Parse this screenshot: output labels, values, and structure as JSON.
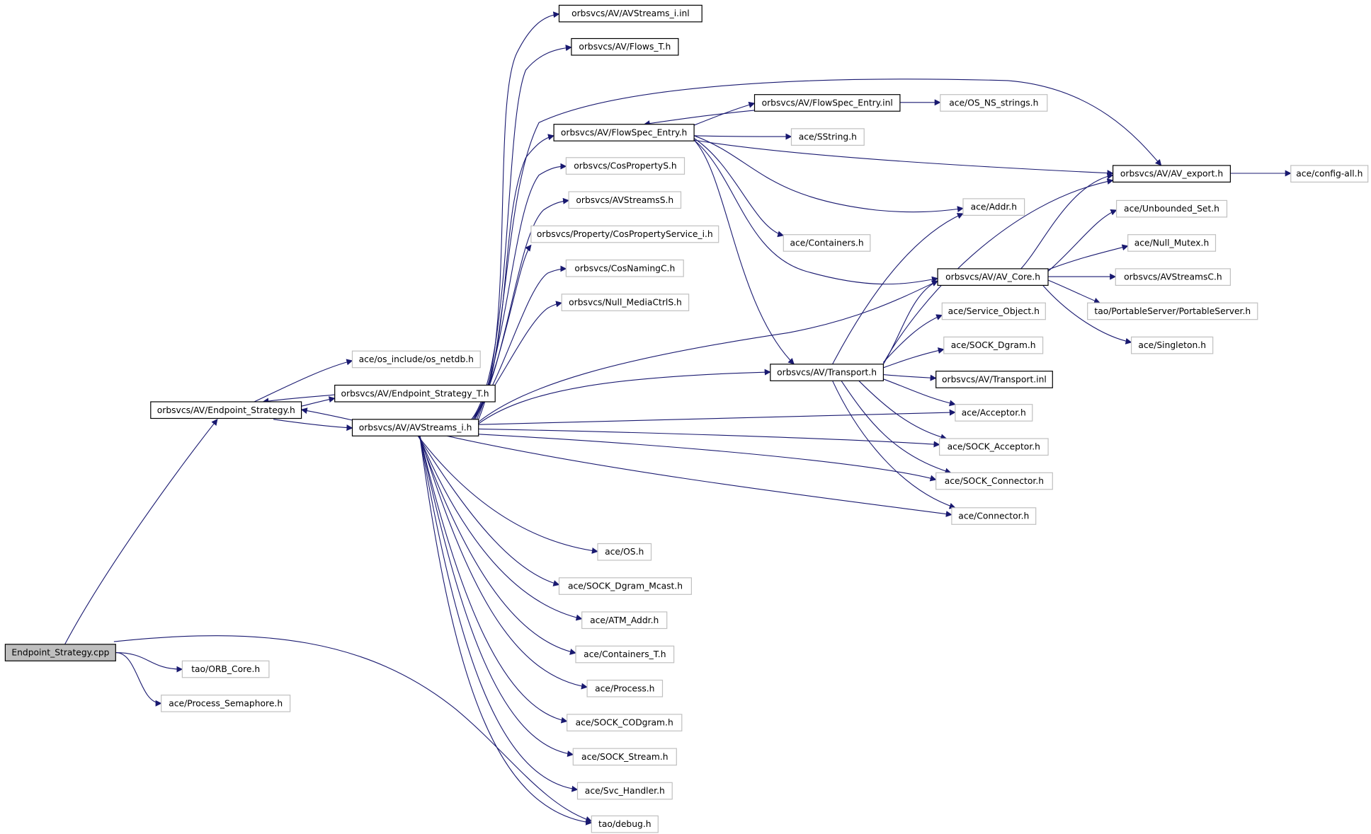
{
  "colors": {
    "edge": "#191970",
    "root_fill": "#bfbfbf",
    "documented_border": "#000000",
    "undocumented_border": "#c0c0c0",
    "background": "#ffffff"
  },
  "nodes": [
    {
      "id": "root",
      "label": "Endpoint_Strategy.cpp",
      "kind": "root"
    },
    {
      "id": "es_h",
      "label": "orbsvcs/AV/Endpoint_Strategy.h",
      "kind": "documented"
    },
    {
      "id": "tao_orb",
      "label": "tao/ORB_Core.h",
      "kind": "external"
    },
    {
      "id": "ace_procsem",
      "label": "ace/Process_Semaphore.h",
      "kind": "external"
    },
    {
      "id": "os_netdb",
      "label": "ace/os_include/os_netdb.h",
      "kind": "external"
    },
    {
      "id": "es_t",
      "label": "orbsvcs/AV/Endpoint_Strategy_T.h",
      "kind": "documented"
    },
    {
      "id": "avs_i",
      "label": "orbsvcs/AV/AVStreams_i.h",
      "kind": "documented"
    },
    {
      "id": "avs_inl",
      "label": "orbsvcs/AV/AVStreams_i.inl",
      "kind": "documented"
    },
    {
      "id": "flows_t",
      "label": "orbsvcs/AV/Flows_T.h",
      "kind": "documented"
    },
    {
      "id": "flowspec",
      "label": "orbsvcs/AV/FlowSpec_Entry.h",
      "kind": "documented"
    },
    {
      "id": "flowspec_inl",
      "label": "orbsvcs/AV/FlowSpec_Entry.inl",
      "kind": "documented"
    },
    {
      "id": "os_ns",
      "label": "ace/OS_NS_strings.h",
      "kind": "external"
    },
    {
      "id": "sstring",
      "label": "ace/SString.h",
      "kind": "external"
    },
    {
      "id": "av_export",
      "label": "orbsvcs/AV/AV_export.h",
      "kind": "documented"
    },
    {
      "id": "config_all",
      "label": "ace/config-all.h",
      "kind": "external"
    },
    {
      "id": "cosprop",
      "label": "orbsvcs/CosPropertyS.h",
      "kind": "external"
    },
    {
      "id": "avstreams_s",
      "label": "orbsvcs/AVStreamsS.h",
      "kind": "external"
    },
    {
      "id": "cospropserv",
      "label": "orbsvcs/Property/CosPropertyService_i.h",
      "kind": "external"
    },
    {
      "id": "cosnaming",
      "label": "orbsvcs/CosNamingC.h",
      "kind": "external"
    },
    {
      "id": "nullmedia",
      "label": "orbsvcs/Null_MediaCtrlS.h",
      "kind": "external"
    },
    {
      "id": "addr",
      "label": "ace/Addr.h",
      "kind": "external"
    },
    {
      "id": "containers",
      "label": "ace/Containers.h",
      "kind": "external"
    },
    {
      "id": "unbounded",
      "label": "ace/Unbounded_Set.h",
      "kind": "external"
    },
    {
      "id": "nullmutex",
      "label": "ace/Null_Mutex.h",
      "kind": "external"
    },
    {
      "id": "av_core",
      "label": "orbsvcs/AV/AV_Core.h",
      "kind": "documented"
    },
    {
      "id": "avstreams_c",
      "label": "orbsvcs/AVStreamsC.h",
      "kind": "external"
    },
    {
      "id": "portable",
      "label": "tao/PortableServer/PortableServer.h",
      "kind": "external"
    },
    {
      "id": "service_obj",
      "label": "ace/Service_Object.h",
      "kind": "external"
    },
    {
      "id": "singleton",
      "label": "ace/Singleton.h",
      "kind": "external"
    },
    {
      "id": "sock_dgram",
      "label": "ace/SOCK_Dgram.h",
      "kind": "external"
    },
    {
      "id": "transport",
      "label": "orbsvcs/AV/Transport.h",
      "kind": "documented"
    },
    {
      "id": "transport_inl",
      "label": "orbsvcs/AV/Transport.inl",
      "kind": "documented"
    },
    {
      "id": "acceptor",
      "label": "ace/Acceptor.h",
      "kind": "external"
    },
    {
      "id": "sock_acceptor",
      "label": "ace/SOCK_Acceptor.h",
      "kind": "external"
    },
    {
      "id": "sock_connector",
      "label": "ace/SOCK_Connector.h",
      "kind": "external"
    },
    {
      "id": "connector",
      "label": "ace/Connector.h",
      "kind": "external"
    },
    {
      "id": "ace_os",
      "label": "ace/OS.h",
      "kind": "external"
    },
    {
      "id": "dgram_mcast",
      "label": "ace/SOCK_Dgram_Mcast.h",
      "kind": "external"
    },
    {
      "id": "atm_addr",
      "label": "ace/ATM_Addr.h",
      "kind": "external"
    },
    {
      "id": "containers_t",
      "label": "ace/Containers_T.h",
      "kind": "external"
    },
    {
      "id": "process",
      "label": "ace/Process.h",
      "kind": "external"
    },
    {
      "id": "codgram",
      "label": "ace/SOCK_CODgram.h",
      "kind": "external"
    },
    {
      "id": "sock_stream",
      "label": "ace/SOCK_Stream.h",
      "kind": "external"
    },
    {
      "id": "svc_handler",
      "label": "ace/Svc_Handler.h",
      "kind": "external"
    },
    {
      "id": "debug",
      "label": "tao/debug.h",
      "kind": "external"
    }
  ],
  "edges": [
    [
      "root",
      "es_h"
    ],
    [
      "root",
      "tao_orb"
    ],
    [
      "root",
      "ace_procsem"
    ],
    [
      "root",
      "debug"
    ],
    [
      "es_h",
      "os_netdb"
    ],
    [
      "es_h",
      "es_t"
    ],
    [
      "es_h",
      "avs_i"
    ],
    [
      "es_t",
      "es_h"
    ],
    [
      "avs_i",
      "es_h"
    ],
    [
      "avs_i",
      "avs_inl"
    ],
    [
      "avs_i",
      "flows_t"
    ],
    [
      "avs_i",
      "av_export"
    ],
    [
      "avs_i",
      "flowspec"
    ],
    [
      "avs_i",
      "cosprop"
    ],
    [
      "avs_i",
      "avstreams_s"
    ],
    [
      "avs_i",
      "cospropserv"
    ],
    [
      "avs_i",
      "cosnaming"
    ],
    [
      "avs_i",
      "nullmedia"
    ],
    [
      "avs_i",
      "av_core"
    ],
    [
      "avs_i",
      "transport"
    ],
    [
      "avs_i",
      "acceptor"
    ],
    [
      "avs_i",
      "sock_acceptor"
    ],
    [
      "avs_i",
      "sock_connector"
    ],
    [
      "avs_i",
      "connector"
    ],
    [
      "avs_i",
      "ace_os"
    ],
    [
      "avs_i",
      "dgram_mcast"
    ],
    [
      "avs_i",
      "atm_addr"
    ],
    [
      "avs_i",
      "containers_t"
    ],
    [
      "avs_i",
      "process"
    ],
    [
      "avs_i",
      "codgram"
    ],
    [
      "avs_i",
      "sock_stream"
    ],
    [
      "avs_i",
      "svc_handler"
    ],
    [
      "avs_i",
      "debug"
    ],
    [
      "flowspec",
      "flowspec_inl"
    ],
    [
      "flowspec_inl",
      "flowspec"
    ],
    [
      "flowspec_inl",
      "os_ns"
    ],
    [
      "flowspec",
      "sstring"
    ],
    [
      "flowspec",
      "av_export"
    ],
    [
      "flowspec",
      "addr"
    ],
    [
      "flowspec",
      "containers"
    ],
    [
      "flowspec",
      "av_core"
    ],
    [
      "flowspec",
      "transport"
    ],
    [
      "av_export",
      "config_all"
    ],
    [
      "av_core",
      "av_export"
    ],
    [
      "av_core",
      "unbounded"
    ],
    [
      "av_core",
      "nullmutex"
    ],
    [
      "av_core",
      "avstreams_c"
    ],
    [
      "av_core",
      "portable"
    ],
    [
      "av_core",
      "singleton"
    ],
    [
      "transport",
      "av_core"
    ],
    [
      "transport",
      "av_export"
    ],
    [
      "transport",
      "addr"
    ],
    [
      "transport",
      "service_obj"
    ],
    [
      "transport",
      "sock_dgram"
    ],
    [
      "transport",
      "transport_inl"
    ],
    [
      "transport",
      "acceptor"
    ],
    [
      "transport",
      "sock_acceptor"
    ],
    [
      "transport",
      "sock_connector"
    ],
    [
      "transport",
      "connector"
    ]
  ]
}
